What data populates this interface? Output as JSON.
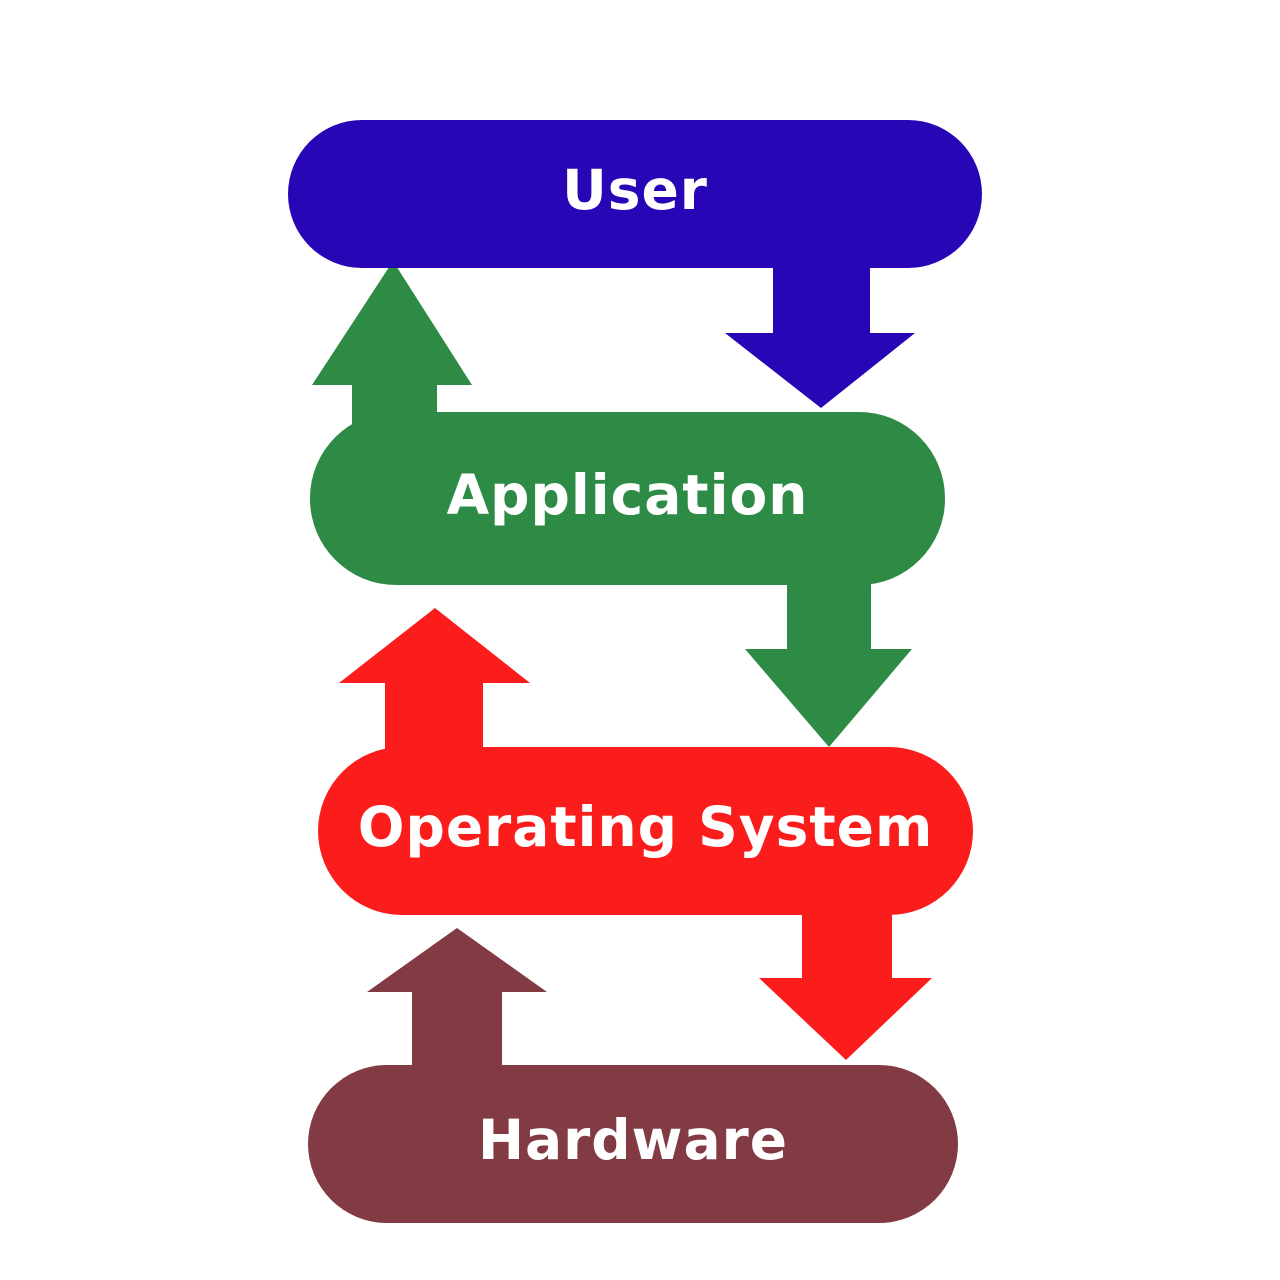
{
  "diagram": {
    "background": "#ffffff",
    "text_color": "#ffffff",
    "layers": [
      {
        "label": "User",
        "color": "#2806B6"
      },
      {
        "label": "Application",
        "color": "#2E8B46"
      },
      {
        "label": "Operating System",
        "color": "#FB1C1C"
      },
      {
        "label": "Hardware",
        "color": "#823A43"
      }
    ],
    "arrows": [
      {
        "name": "user-to-application",
        "direction": "down",
        "color": "#2806B6"
      },
      {
        "name": "application-to-user",
        "direction": "up",
        "color": "#2E8B46"
      },
      {
        "name": "application-to-os",
        "direction": "down",
        "color": "#2E8B46"
      },
      {
        "name": "os-to-application",
        "direction": "up",
        "color": "#FB1C1C"
      },
      {
        "name": "os-to-hardware",
        "direction": "down",
        "color": "#FB1C1C"
      },
      {
        "name": "hardware-to-os",
        "direction": "up",
        "color": "#823A43"
      }
    ]
  }
}
